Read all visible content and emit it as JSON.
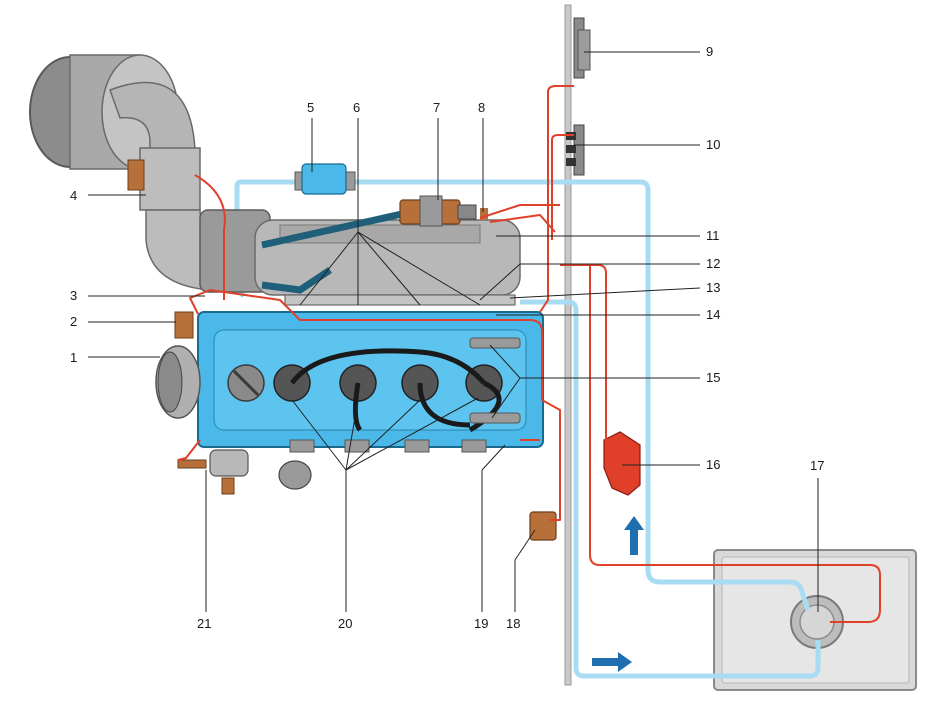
{
  "callouts": {
    "c1": "1",
    "c2": "2",
    "c3": "3",
    "c4": "4",
    "c5": "5",
    "c6": "6",
    "c7": "7",
    "c8": "8",
    "c9": "9",
    "c10": "10",
    "c11": "11",
    "c12": "12",
    "c13": "13",
    "c14": "14",
    "c15": "15",
    "c16": "16",
    "c17": "17",
    "c18": "18",
    "c19": "19",
    "c20": "20",
    "c21": "21"
  },
  "colors": {
    "engine_blue": "#4ab8e8",
    "fuel_line_light_blue": "#a8dcf2",
    "wire_red": "#e0402a",
    "metal_gray": "#b8b8b8",
    "bronze": "#b8703a",
    "flow_arrow_blue": "#1f6fb0"
  }
}
